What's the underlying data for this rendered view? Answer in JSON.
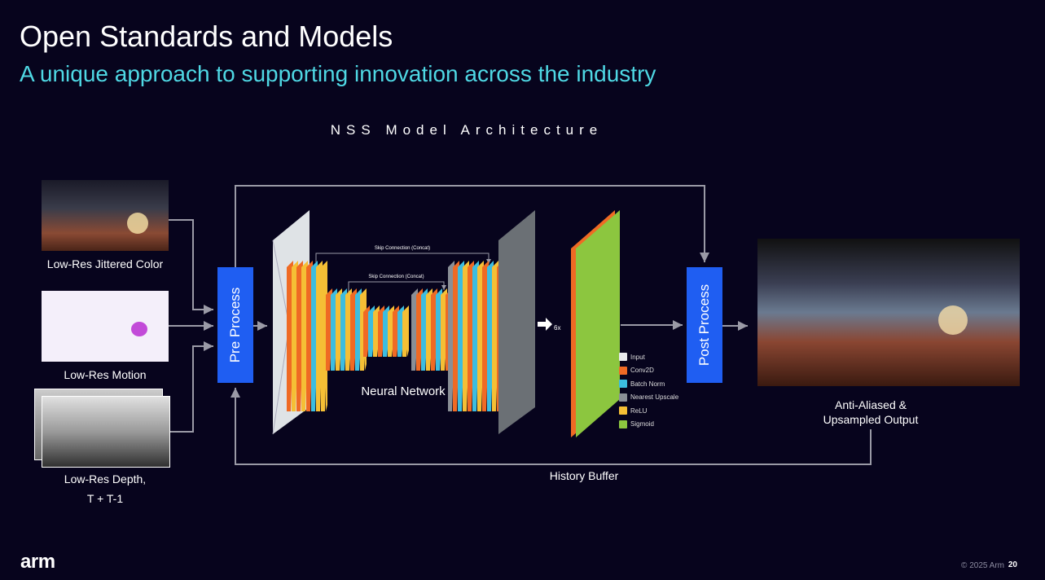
{
  "header": {
    "title": "Open Standards and Models",
    "subtitle": "A unique approach to supporting innovation across the industry"
  },
  "diagram": {
    "title": "NSS Model Architecture",
    "inputs": [
      {
        "label": "Low-Res Jittered Color"
      },
      {
        "label": "Low-Res Motion"
      },
      {
        "label": "Low-Res Depth,",
        "label2": "T + T-1"
      }
    ],
    "pre_process": "Pre Process",
    "post_process": "Post Process",
    "network_label": "Neural Network",
    "skip_connection_outer": "Skip Connection (Concat)",
    "skip_connection_inner": "Skip Connection (Concat)",
    "repeat_label": "6x",
    "history_buffer": "History Buffer",
    "output": {
      "label": "Anti-Aliased &",
      "label2": "Upsampled Output"
    },
    "legend": [
      {
        "label": "Input",
        "color": "#e8eaec"
      },
      {
        "label": "Conv2D",
        "color": "#ef6a24"
      },
      {
        "label": "Batch Norm",
        "color": "#3cbde0"
      },
      {
        "label": "Nearest Upscale",
        "color": "#8a8f96"
      },
      {
        "label": "ReLU",
        "color": "#f5bf35"
      },
      {
        "label": "Sigmoid",
        "color": "#8cc63f"
      }
    ]
  },
  "footer": {
    "logo": "arm",
    "copyright": "© 2025 Arm",
    "page": "20"
  }
}
